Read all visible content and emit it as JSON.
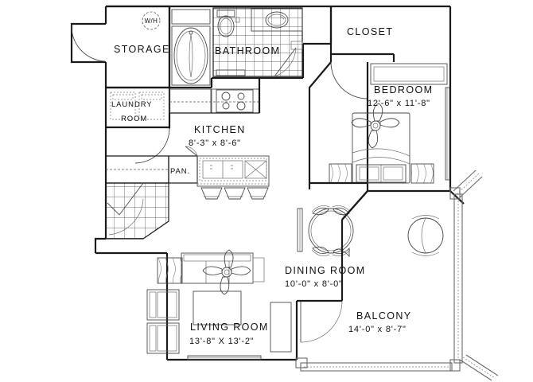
{
  "plan": {
    "type": "apartment-floor-plan",
    "background": "#ffffff",
    "line_color": "#1a1a1a",
    "rooms": [
      {
        "id": "storage",
        "name": "STORAGE",
        "dimensions": ""
      },
      {
        "id": "bathroom",
        "name": "BATHROOM",
        "dimensions": ""
      },
      {
        "id": "closet",
        "name": "CLOSET",
        "dimensions": ""
      },
      {
        "id": "bedroom",
        "name": "BEDROOM",
        "dimensions": "12'-6\" x 11'-8\""
      },
      {
        "id": "laundry",
        "name": "LAUNDRY",
        "name2": "ROOM",
        "dimensions": ""
      },
      {
        "id": "kitchen",
        "name": "KITCHEN",
        "dimensions": "8'-3\" x 8'-6\""
      },
      {
        "id": "pantry",
        "name": "PAN.",
        "dimensions": ""
      },
      {
        "id": "dining",
        "name": "DINING ROOM",
        "dimensions": "10'-0\" x 8'-0\""
      },
      {
        "id": "living",
        "name": "LIVING ROOM",
        "dimensions": "13'-8\" X 13'-2\""
      },
      {
        "id": "balcony",
        "name": "BALCONY",
        "dimensions": "14'-0\" x 8'-7\""
      }
    ],
    "markers": [
      {
        "id": "water-heater",
        "label": "W/H"
      }
    ],
    "fixtures": [
      "garden-tub",
      "toilet",
      "vanity-sink",
      "shower",
      "range-cooktop",
      "kitchen-sink",
      "island-bar-stools",
      "washer",
      "dryer",
      "bed-queen",
      "nightstand-left",
      "nightstand-right",
      "ceiling-fan-bedroom",
      "sofa",
      "armchair-one",
      "armchair-two",
      "coffee-table",
      "side-table-living",
      "ceiling-fan-living",
      "dining-table-round",
      "dining-chair-1",
      "dining-chair-2",
      "dining-chair-3",
      "dining-chair-4",
      "balcony-side-table",
      "entry-door",
      "laundry-door",
      "bedroom-door",
      "balcony-door"
    ]
  }
}
